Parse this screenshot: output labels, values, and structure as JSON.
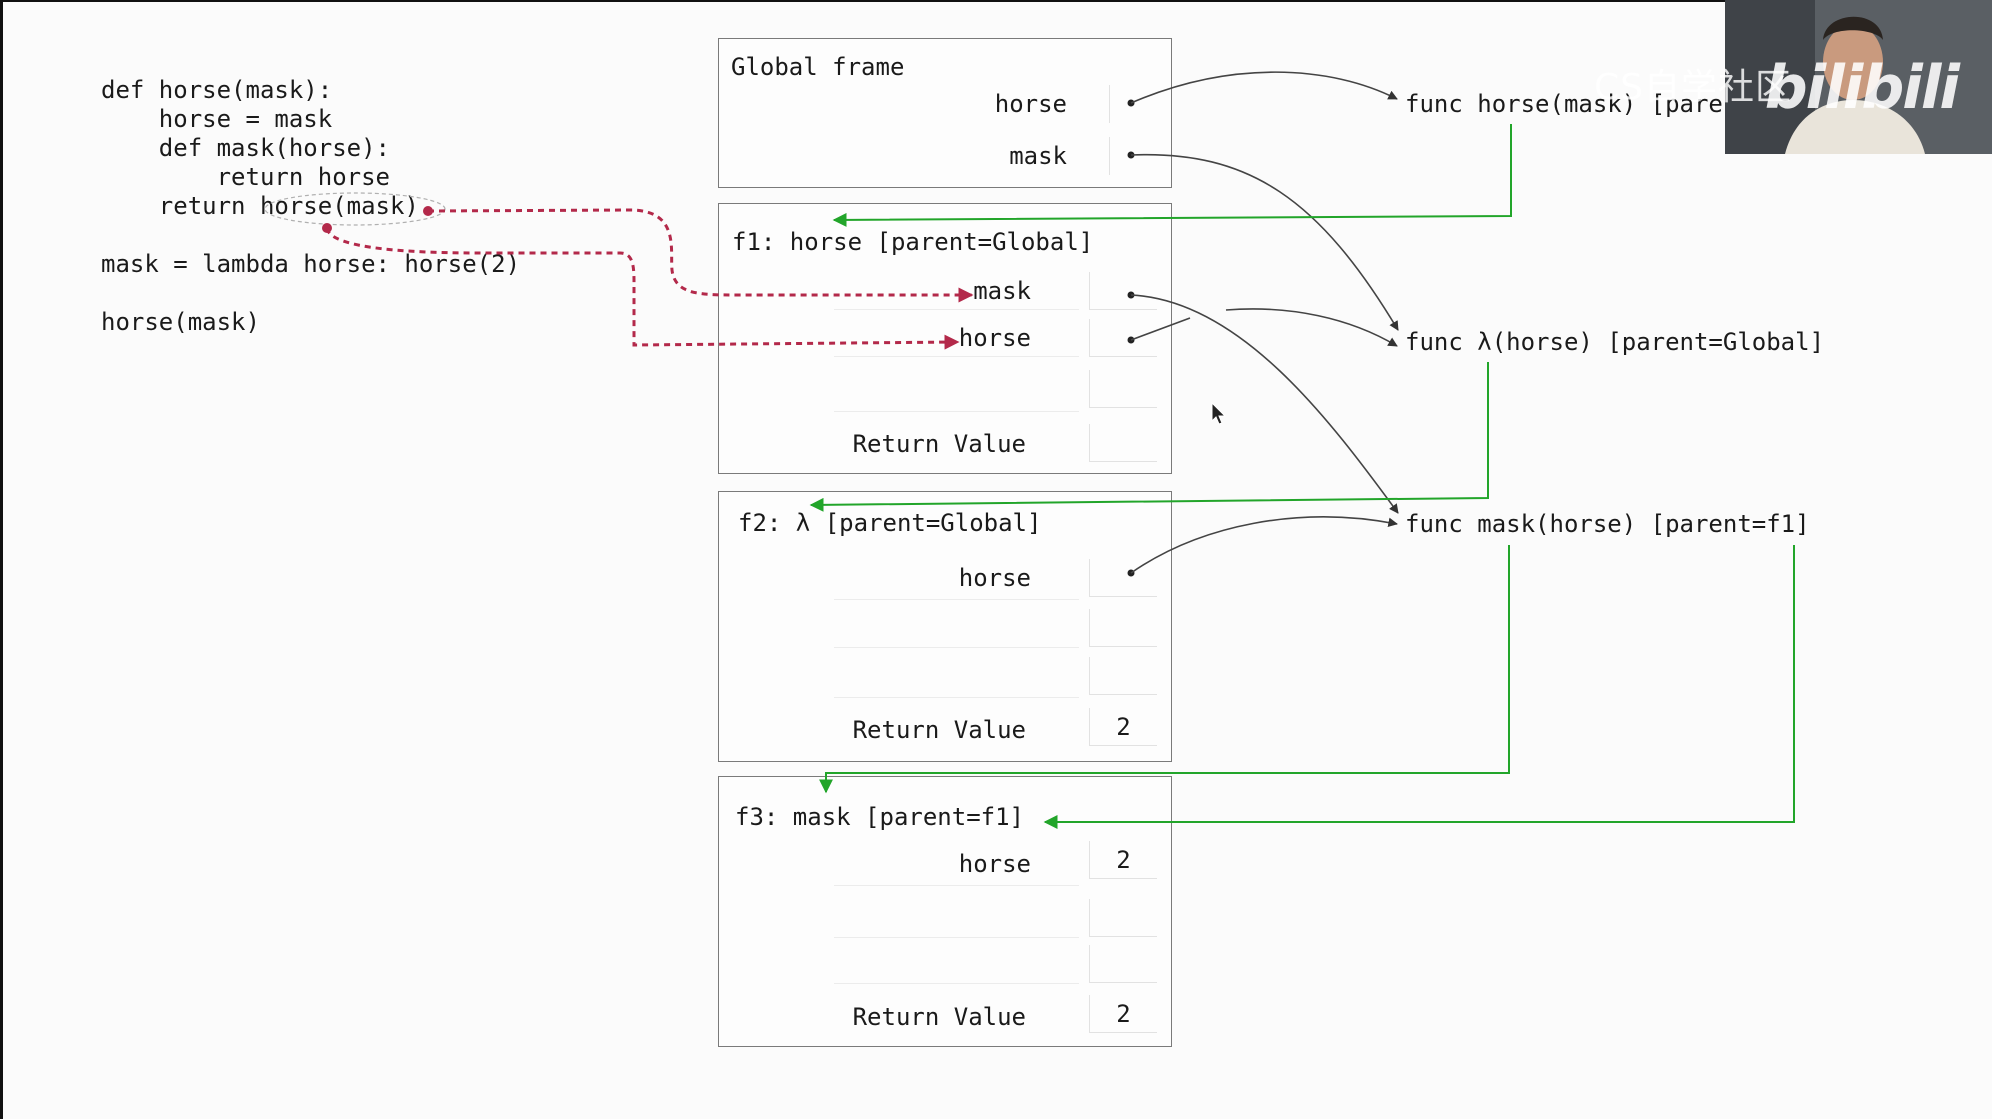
{
  "code": {
    "lines": [
      "def horse(mask):",
      "    horse = mask",
      "    def mask(horse):",
      "        return horse",
      "    return horse(mask)",
      "",
      "mask = lambda horse: horse(2)",
      "",
      "horse(mask)"
    ]
  },
  "frames": {
    "global": {
      "title": "Global frame",
      "vars": [
        "horse",
        "mask"
      ]
    },
    "f1": {
      "title": "f1: horse [parent=Global]",
      "vars": [
        "mask",
        "horse"
      ],
      "return_label": "Return Value",
      "return_value": ""
    },
    "f2": {
      "title": "f2: λ [parent=Global]",
      "vars": [
        "horse"
      ],
      "return_label": "Return Value",
      "return_value": "2"
    },
    "f3": {
      "title": "f3: mask [parent=f1]",
      "vars": [
        "horse"
      ],
      "horse_value": "2",
      "return_label": "Return Value",
      "return_value": "2"
    }
  },
  "functions": {
    "horse": "func horse(mask) [pare",
    "lambda": "func λ(horse) [parent=Global]",
    "mask": "func mask(horse) [parent=f1]"
  },
  "overlay": {
    "watermark": "bilibili",
    "watermark_cn": "CS自学社区"
  },
  "colors": {
    "pointer_arrow": "#333333",
    "parent_arrow": "#22a52a",
    "annotation": "#b3294a"
  }
}
